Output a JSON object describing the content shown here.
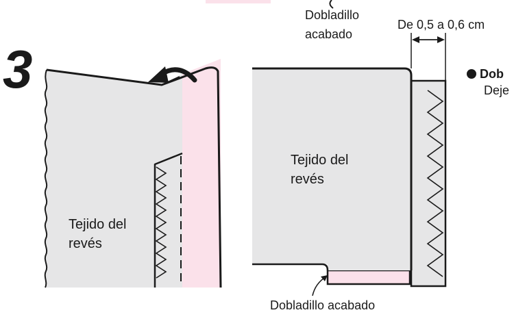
{
  "step_number": "3",
  "labels": {
    "finished_hem_top_line1": "Dobladillo",
    "finished_hem_top_line2": "acabado",
    "measurement": "De 0,5 a 0,6 cm",
    "left_fabric_line1": "Tejido del",
    "left_fabric_line2": "revés",
    "right_fabric_line1": "Tejido del",
    "right_fabric_line2": "revés",
    "finished_hem_bottom": "Dobladillo acabado",
    "side_note_bold": "Dob",
    "side_note_text": "Deje"
  },
  "colors": {
    "fabric_gray": "#e6e6e7",
    "fabric_pink": "#fbe1ea",
    "outline": "#1a1a1a",
    "text": "#1a1a1a"
  },
  "icons": [
    "fold-arrow-icon",
    "measure-arrow-icon",
    "bullet-icon",
    "pointer-arrow-icon"
  ]
}
